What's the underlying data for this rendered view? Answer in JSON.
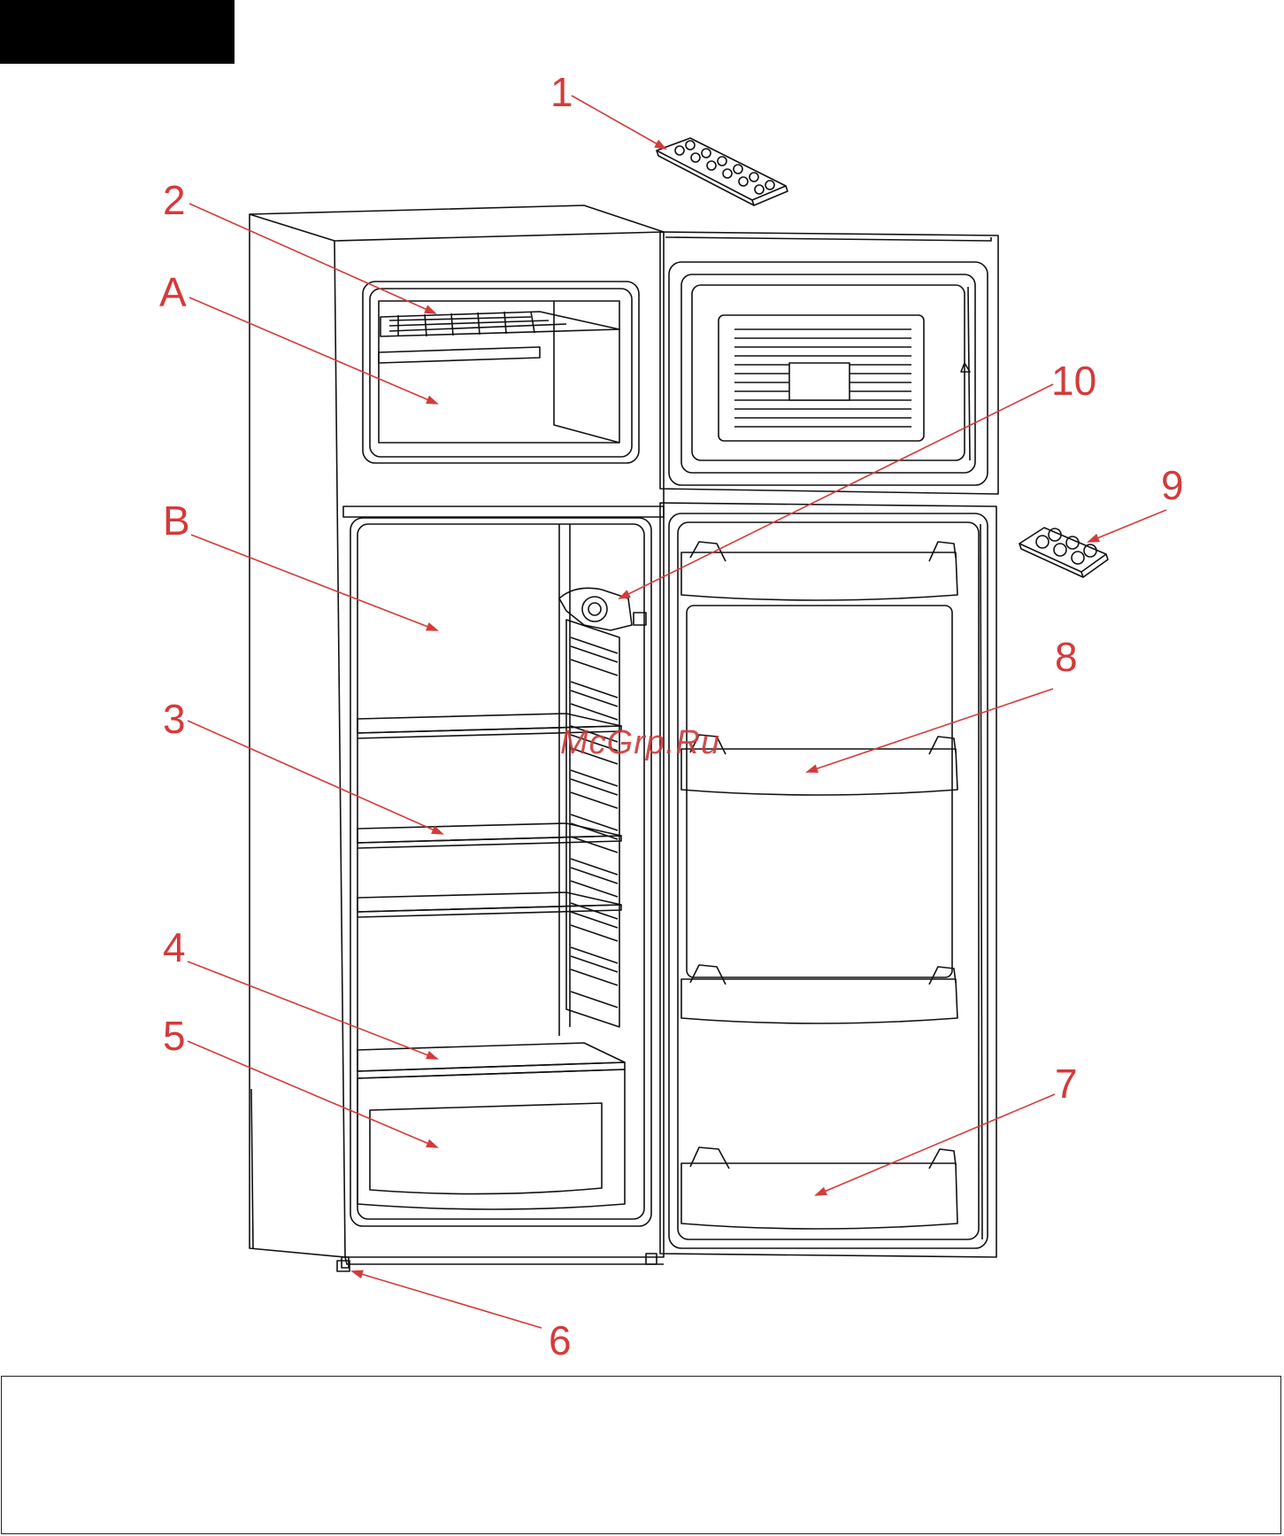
{
  "watermark": "McGrp.Ru",
  "colors": {
    "callout": "#d43a3a",
    "line": "#111111"
  },
  "callouts": {
    "c1": "1",
    "c2": "2",
    "c3": "3",
    "c4": "4",
    "c5": "5",
    "c6": "6",
    "c7": "7",
    "c8": "8",
    "c9": "9",
    "c10": "10",
    "cA": "A",
    "cB": "B"
  }
}
